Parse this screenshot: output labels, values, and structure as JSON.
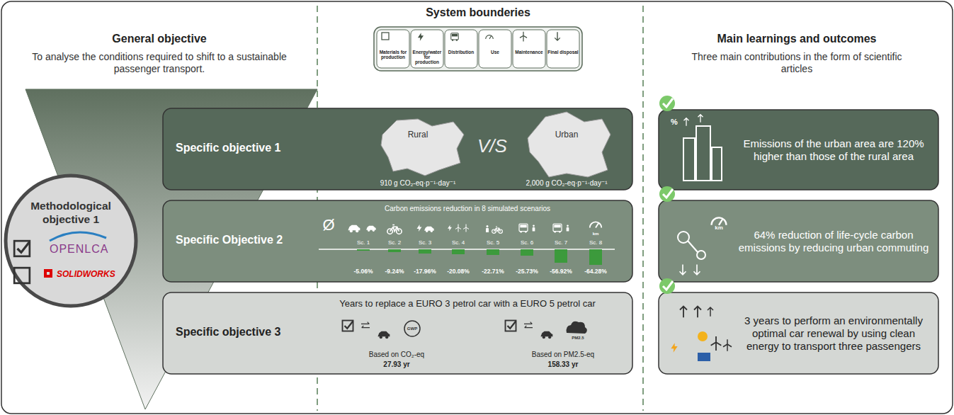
{
  "diagram": {
    "nodes": [
      {
        "text": [
          "System bounderies"
        ]
      },
      {
        "text": [
          "Materials for production"
        ],
        "in": 0
      },
      {
        "text": [
          "Energy/water for production"
        ],
        "in": 0
      },
      {
        "text": [
          "Distribution"
        ],
        "in": 0
      },
      {
        "text": [
          "Use"
        ],
        "in": 0
      },
      {
        "text": [
          "Maintenance"
        ],
        "in": 0
      },
      {
        "text": [
          "Final disposal"
        ],
        "in": 0
      },
      {
        "text": [
          "Specific objective 1",
          "Rural",
          "V/S",
          "Urban",
          "910 g CO₂-eq·p⁻¹·day⁻¹",
          "2,000 g CO₂-eq·p⁻¹·day⁻¹"
        ]
      },
      {
        "text": [
          "Specific Objective 2",
          "Carbon emissions reduction in 8 simulated scenarios",
          "Sc. 1",
          "Sc. 2",
          "Sc. 3",
          "Sc. 4",
          "Sc. 5",
          "Sc. 6",
          "Sc. 7",
          "Sc. 8",
          "-5.06%",
          "-9.24%",
          "-17.96%",
          "-20.08%",
          "-22.71%",
          "-25.73%",
          "-56.92%",
          "-64.28%"
        ]
      },
      {
        "text": [
          "Specific objective 3",
          "Years to replace a EURO 3 petrol car with a EURO 5 petrol car",
          "Based on CO₂-eq",
          "27.93 yr",
          "Based on PM2.5-eq",
          "158.33 yr"
        ]
      },
      {
        "text": [
          "Methodological objective 1",
          "OPENLCA",
          "SOLIDWORKS"
        ]
      },
      {
        "text": [
          "Emissions of the urban area are 120% higher than those of the rural area"
        ]
      },
      {
        "text": [
          "64% reduction of life-cycle carbon emissions by reducing urban commuting"
        ]
      },
      {
        "text": [
          "3 years to perform an environmentally optimal car renewal by using clean energy to transport three passengers"
        ]
      }
    ],
    "labels": [
      "General objective",
      "To analyse the conditions required to shift to a sustainable passenger transport.",
      "Main learnings and outcomes",
      "Three main contributions in the form of scientific articles",
      "Ø",
      "km",
      "GWP",
      "PM2.5",
      "km",
      "%"
    ]
  }
}
